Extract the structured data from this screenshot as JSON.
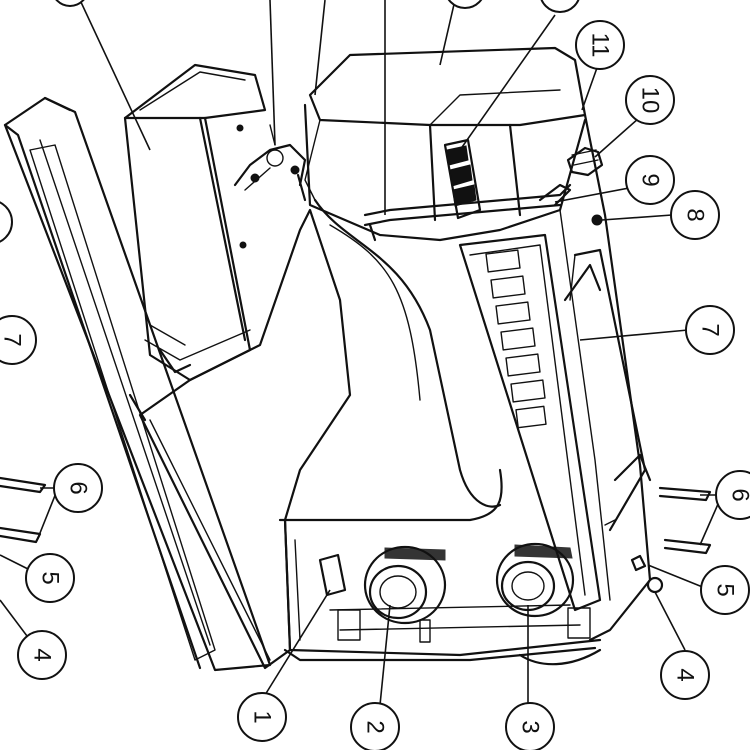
{
  "callouts": [
    {
      "id": "c1",
      "label": "1",
      "rotation": 90
    },
    {
      "id": "c2",
      "label": "2",
      "rotation": 90
    },
    {
      "id": "c3",
      "label": "3",
      "rotation": 90
    },
    {
      "id": "c4r",
      "label": "4",
      "rotation": 90
    },
    {
      "id": "c5r",
      "label": "5",
      "rotation": 90
    },
    {
      "id": "c6r",
      "label": "6",
      "rotation": 90
    },
    {
      "id": "c7r",
      "label": "7",
      "rotation": 90
    },
    {
      "id": "c8",
      "label": "8",
      "rotation": 90
    },
    {
      "id": "c9",
      "label": "9",
      "rotation": 90
    },
    {
      "id": "c10",
      "label": "10",
      "rotation": 90
    },
    {
      "id": "c11",
      "label": "11",
      "rotation": 90
    },
    {
      "id": "c4l",
      "label": "4",
      "rotation": 90
    },
    {
      "id": "c5l",
      "label": "5",
      "rotation": 90
    },
    {
      "id": "c6l",
      "label": "6",
      "rotation": 90
    },
    {
      "id": "c7l",
      "label": "7",
      "rotation": 90
    }
  ]
}
